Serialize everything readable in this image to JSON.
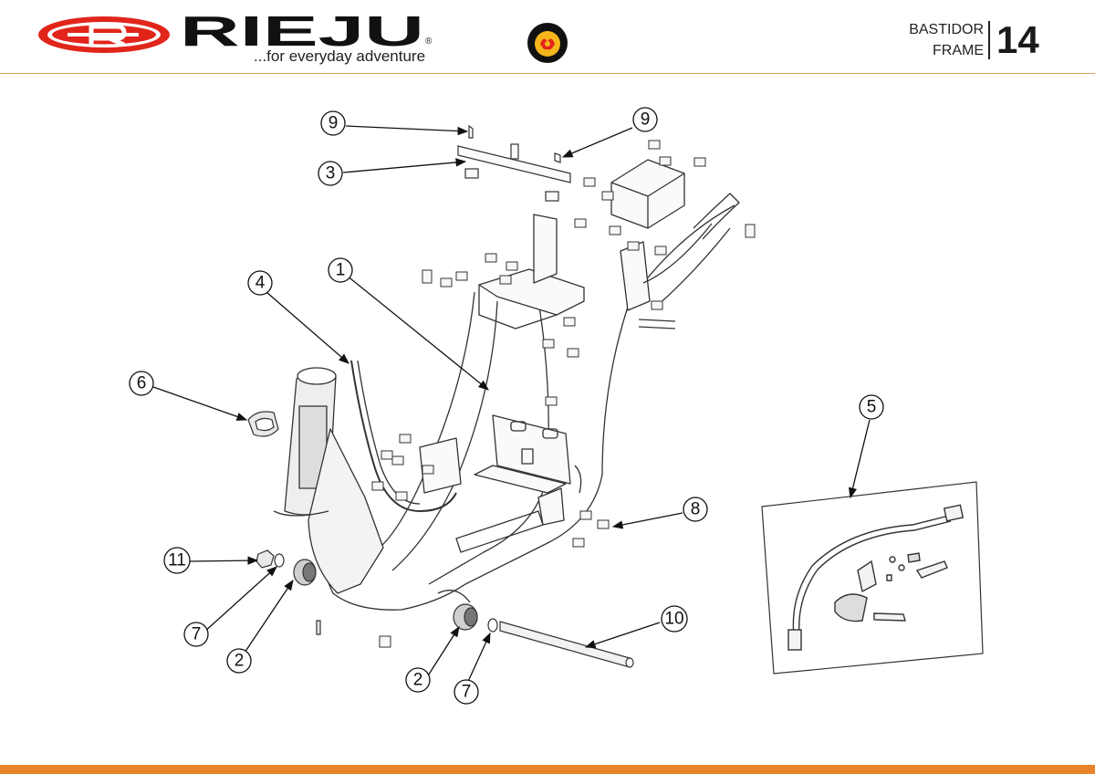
{
  "header": {
    "brand": "RIEJU",
    "registered_mark": "®",
    "tagline": "...for everyday adventure",
    "section_title_es": "BASTIDOR",
    "section_title_en": "FRAME",
    "section_number": "14"
  },
  "diagram": {
    "callouts": [
      {
        "label": "1",
        "part": "frame"
      },
      {
        "label": "2",
        "part": "bushing"
      },
      {
        "label": "2",
        "part": "bushing"
      },
      {
        "label": "3",
        "part": "support-plate"
      },
      {
        "label": "4",
        "part": "cable-guide"
      },
      {
        "label": "5",
        "part": "lock-kit"
      },
      {
        "label": "6",
        "part": "headset-cap"
      },
      {
        "label": "7",
        "part": "washer"
      },
      {
        "label": "7",
        "part": "washer"
      },
      {
        "label": "8",
        "part": "clip-nut"
      },
      {
        "label": "9",
        "part": "screw"
      },
      {
        "label": "9",
        "part": "screw"
      },
      {
        "label": "10",
        "part": "pivot-axle"
      },
      {
        "label": "11",
        "part": "nut"
      }
    ]
  },
  "colors": {
    "brand_red": "#e1251b",
    "accent_orange": "#e8852a",
    "line": "#222222"
  },
  "icons": [
    "rieju-logo-icon",
    "badge-icon"
  ]
}
